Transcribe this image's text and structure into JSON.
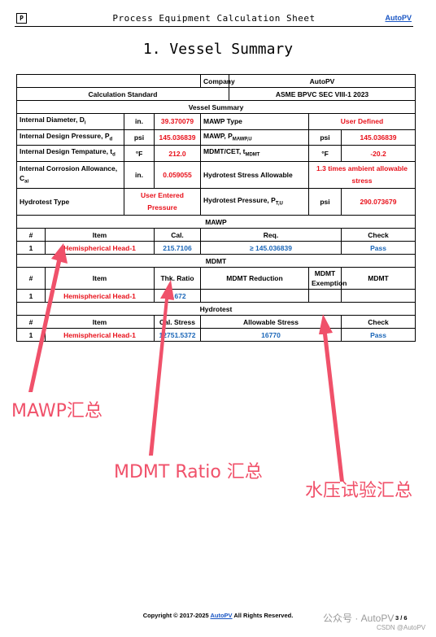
{
  "header": {
    "logo": "P",
    "title": "Process Equipment Calculation Sheet",
    "link": "AutoPV"
  },
  "heading": "1. Vessel Summary",
  "top": {
    "company_label": "Company",
    "company_value": "AutoPV",
    "standard_label": "Calculation Standard",
    "standard_value": "ASME BPVC SEC VIII-1 2023"
  },
  "vessel_summary": {
    "title": "Vessel Summary",
    "id_label": "Internal Diameter, D",
    "id_sub": "i",
    "id_unit": "in.",
    "id_value": "39.370079",
    "mawp_type_label": "MAWP Type",
    "mawp_type_value": "User Defined",
    "pd_label": "Internal Design Pressure, P",
    "pd_sub": "d",
    "pd_unit": "psi",
    "pd_value": "145.036839",
    "mawp_label": "MAWP, P",
    "mawp_sub": "MAWP,U",
    "mawp_unit": "psi",
    "mawp_value": "145.036839",
    "td_label": "Internal Design Tempature, t",
    "td_sub": "d",
    "td_unit": "°F",
    "td_value": "212.0",
    "mdmt_label": "MDMT/CET, t",
    "mdmt_sub": "MDMT",
    "mdmt_unit": "°F",
    "mdmt_value": "-20.2",
    "ca_label": "Internal Corrosion Allowance, C",
    "ca_sub": "ai",
    "ca_unit": "in.",
    "ca_value": "0.059055",
    "hts_label": "Hydrotest Stress Allowable",
    "hts_value": "1.3 times ambient allowable stress",
    "ht_type_label": "Hydrotest Type",
    "ht_type_value": "User Entered Pressure",
    "htp_label": "Hydrotest Pressure, P",
    "htp_sub": "T,U",
    "htp_unit": "psi",
    "htp_value": "290.073679"
  },
  "mawp": {
    "title": "MAWP",
    "headers": [
      "#",
      "Item",
      "Cal.",
      "Req.",
      "Check"
    ],
    "row": {
      "num": "1",
      "item": "Hemispherical Head-1",
      "cal": "215.7106",
      "req": "≥ 145.036839",
      "check": "Pass"
    }
  },
  "mdmt": {
    "title": "MDMT",
    "headers": [
      "#",
      "Item",
      "Thk. Ratio",
      "MDMT Reduction",
      "MDMT Exemption",
      "MDMT"
    ],
    "row": {
      "num": "1",
      "item": "Hemispherical Head-1",
      "ratio": "0.672"
    }
  },
  "hydrotest": {
    "title": "Hydrotest",
    "headers": [
      "#",
      "Item",
      "Cal. Stress",
      "Allowable Stress",
      "Check"
    ],
    "row": {
      "num": "1",
      "item": "Hemispherical Head-1",
      "cal": "12751.5372",
      "allow": "16770",
      "check": "Pass"
    }
  },
  "annotations": {
    "mawp": "MAWP汇总",
    "mdmt": "MDMT Ratio 汇总",
    "hydro": "水压试验汇总",
    "color": "#f0516a"
  },
  "footer": {
    "prefix": "Copyright © 2017-2025 ",
    "link": "AutoPV",
    "suffix": " All Rights Reserved.",
    "page": "3 / 6",
    "wm1": "公众号 · AutoPV",
    "wm2": "CSDN @AutoPV"
  }
}
